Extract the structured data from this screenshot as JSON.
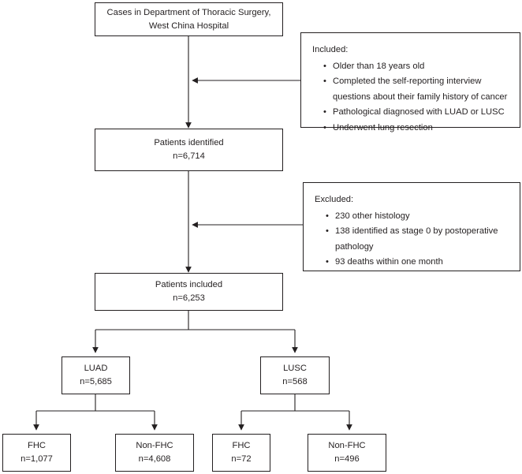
{
  "diagram": {
    "title": "Patient selection flow diagram",
    "stroke_color": "#231f20",
    "background_color": "#ffffff"
  },
  "nodes": {
    "source": {
      "line1": "Cases in Department of Thoracic Surgery,",
      "line2": "West China Hospital"
    },
    "identified": {
      "line1": "Patients identified",
      "line2": "n=6,714"
    },
    "included": {
      "line1": "Patients included",
      "line2": "n=6,253"
    },
    "luad": {
      "line1": "LUAD",
      "line2": "n=5,685"
    },
    "lusc": {
      "line1": "LUSC",
      "line2": "n=568"
    },
    "luad_fhc": {
      "line1": "FHC",
      "line2": "n=1,077"
    },
    "luad_non_fhc": {
      "line1": "Non-FHC",
      "line2": "n=4,608"
    },
    "lusc_fhc": {
      "line1": "FHC",
      "line2": "n=72"
    },
    "lusc_non_fhc": {
      "line1": "Non-FHC",
      "line2": "n=496"
    }
  },
  "criteria": {
    "inclusion": {
      "heading": "Included:",
      "items": [
        {
          "text": "Older than 18 years old",
          "cont": ""
        },
        {
          "text": "Completed the self-reporting interview",
          "cont": "questions about their family history of cancer"
        },
        {
          "text": "Pathological diagnosed with LUAD or LUSC",
          "cont": ""
        },
        {
          "text": "Underwent lung resection",
          "cont": ""
        }
      ]
    },
    "exclusion": {
      "heading": "Excluded:",
      "items": [
        {
          "text": "230 other histology",
          "cont": ""
        },
        {
          "text": "138 identified as stage 0 by postoperative",
          "cont": "pathology"
        },
        {
          "text": "93 deaths within one month",
          "cont": ""
        }
      ]
    }
  }
}
